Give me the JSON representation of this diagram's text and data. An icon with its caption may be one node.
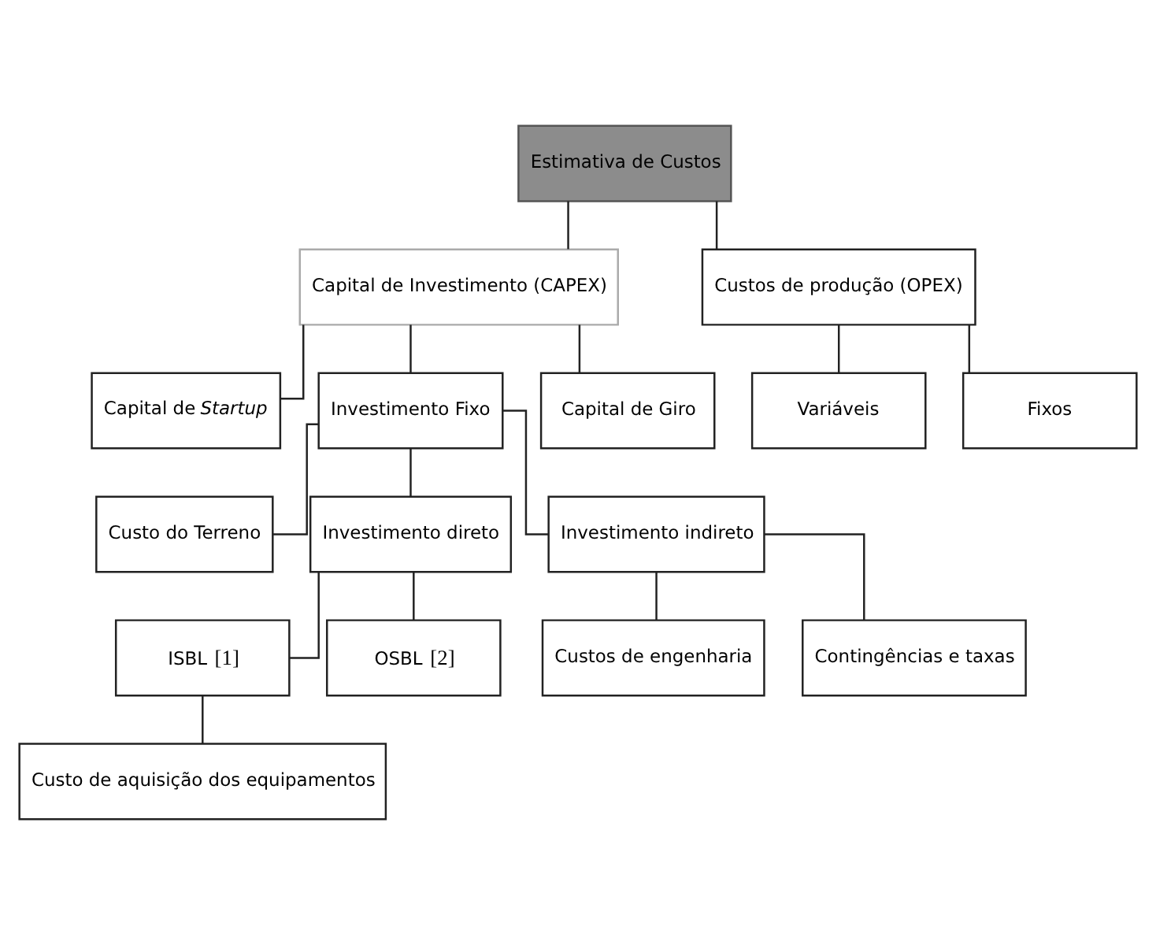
{
  "diagram": {
    "nodes": [
      {
        "text": [
          "Estimativa de Custos"
        ]
      },
      {
        "text": [
          "Capital de Investimento (CAPEX)"
        ]
      },
      {
        "text": [
          "Custos de produção (OPEX)"
        ]
      },
      {
        "text": [
          "Capital de *Startup*"
        ]
      },
      {
        "text": [
          "Investimento Fixo"
        ]
      },
      {
        "text": [
          "Capital de Giro"
        ]
      },
      {
        "text": [
          "Variáveis"
        ]
      },
      {
        "text": [
          "Custo do Terreno"
        ]
      },
      {
        "text": [
          "Investimento direto"
        ]
      },
      {
        "text": [
          "Investimento indireto"
        ]
      },
      {
        "text": [
          "Fixos"
        ]
      },
      {
        "text": [
          "ISBL",
          "[1]"
        ]
      },
      {
        "text": [
          "OSBL",
          "[2]"
        ]
      },
      {
        "text": [
          "Custos de engenharia"
        ]
      },
      {
        "text": [
          "Contingências e taxas"
        ]
      },
      {
        "text": [
          "Custo de aquisição dos equipamentos"
        ]
      }
    ],
    "edges": [
      {
        "from": 0,
        "to": 1,
        "arrow": "none"
      },
      {
        "from": 0,
        "to": 2,
        "arrow": "none"
      },
      {
        "from": 1,
        "to": 3,
        "arrow": "none"
      },
      {
        "from": 1,
        "to": 4,
        "arrow": "none"
      },
      {
        "from": 1,
        "to": 5,
        "arrow": "none"
      },
      {
        "from": 2,
        "to": 6,
        "arrow": "none"
      },
      {
        "from": 2,
        "to": 10,
        "arrow": "none"
      },
      {
        "from": 4,
        "to": 7,
        "arrow": "none"
      },
      {
        "from": 4,
        "to": 8,
        "arrow": "none"
      },
      {
        "from": 4,
        "to": 9,
        "arrow": "none"
      },
      {
        "from": 8,
        "to": 11,
        "arrow": "none"
      },
      {
        "from": 8,
        "to": 12,
        "arrow": "none"
      },
      {
        "from": 9,
        "to": 13,
        "arrow": "none"
      },
      {
        "from": 9,
        "to": 14,
        "arrow": "none"
      },
      {
        "from": 11,
        "to": 15,
        "arrow": "none"
      }
    ]
  }
}
